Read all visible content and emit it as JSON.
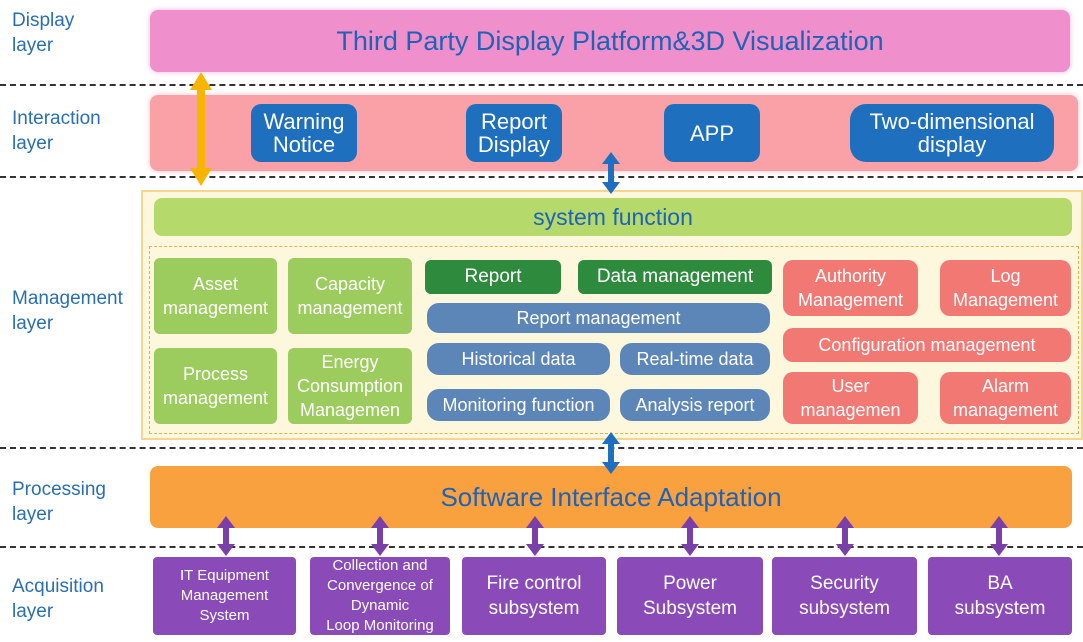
{
  "layers": {
    "display": "Display\nlayer",
    "interaction": "Interaction\nlayer",
    "management": "Management\nlayer",
    "processing": "Processing\nlayer",
    "acquisition": "Acquisition\nlayer"
  },
  "display_band": "Third Party Display Platform&3D Visualization",
  "interaction": {
    "warning": "Warning\nNotice",
    "report_display": "Report\nDisplay",
    "app": "APP",
    "two_dimensional": "Two-dimensional\ndisplay"
  },
  "management": {
    "system_function": "system function",
    "asset": "Asset\nmanagement",
    "capacity": "Capacity\nmanagement",
    "process": "Process\nmanagement",
    "energy": "Energy\nConsumption\nManagemen",
    "report": "Report",
    "data_management": "Data management",
    "report_management": "Report management",
    "historical": "Historical data",
    "realtime": "Real-time data",
    "monitoring": "Monitoring function",
    "analysis": "Analysis report",
    "authority": "Authority\nManagement",
    "log": "Log\nManagement",
    "configuration": "Configuration management",
    "user": "User\nmanagemen",
    "alarm": "Alarm\nmanagement"
  },
  "processing_band": "Software Interface Adaptation",
  "acquisition": {
    "it": "IT Equipment\nManagement\nSystem",
    "collection": "Collection and\nConvergence of\nDynamic\nLoop Monitoring",
    "fire": "Fire control\nsubsystem",
    "power": "Power\nSubsystem",
    "security": "Security\nsubsystem",
    "ba": "BA\nsubsystem"
  },
  "colors": {
    "display": "#ef8fcb",
    "interaction": "#f9a1a7",
    "processing": "#f9a03f",
    "acquisition": "#8a4ab8",
    "arrow_yellow": "#f7b500",
    "arrow_blue": "#1f6fbf",
    "arrow_purple": "#7b3fa8"
  }
}
